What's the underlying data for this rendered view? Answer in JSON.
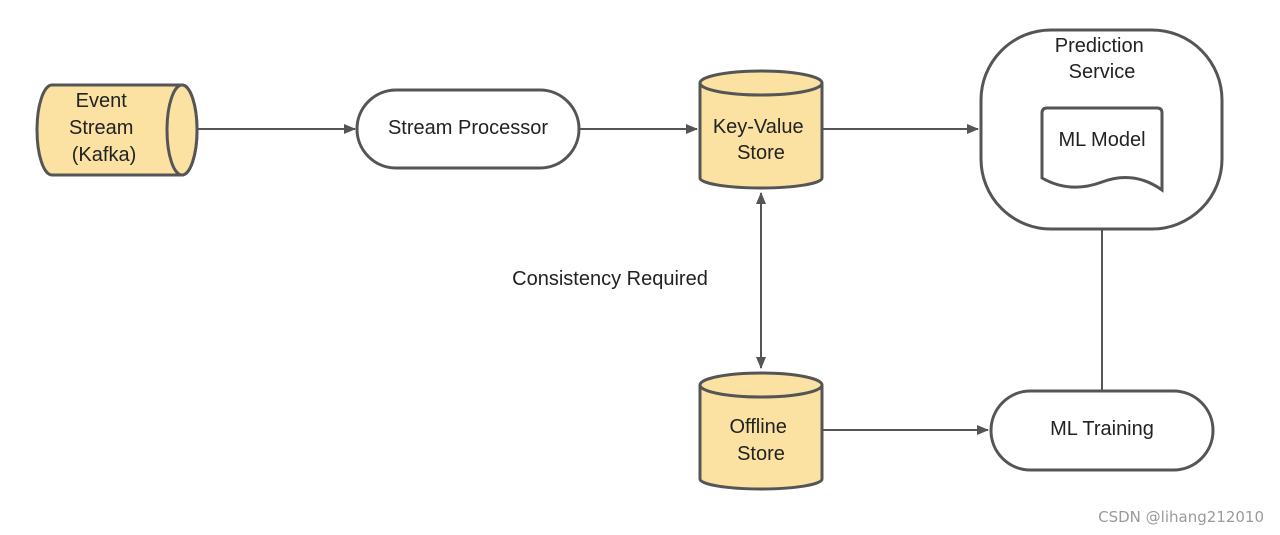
{
  "colors": {
    "store_fill": "#fbe2a3",
    "outline": "#555555",
    "arrow": "#555555",
    "text": "#222222",
    "watermark": "#9a9a9a"
  },
  "nodes": {
    "event_stream": {
      "lines": [
        "Event",
        "Stream",
        "(Kafka)"
      ]
    },
    "stream_processor": {
      "lines": [
        "Stream Processor"
      ]
    },
    "key_value_store": {
      "lines": [
        "Key-Value",
        "Store"
      ]
    },
    "prediction_service": {
      "lines": [
        "Prediction",
        "Service"
      ]
    },
    "ml_model": {
      "lines": [
        "ML Model"
      ]
    },
    "offline_store": {
      "lines": [
        "Offline",
        "Store"
      ]
    },
    "ml_training": {
      "lines": [
        "ML Training"
      ]
    }
  },
  "annotations": {
    "consistency": "Consistency Required"
  },
  "watermark": "CSDN @lihang212010"
}
